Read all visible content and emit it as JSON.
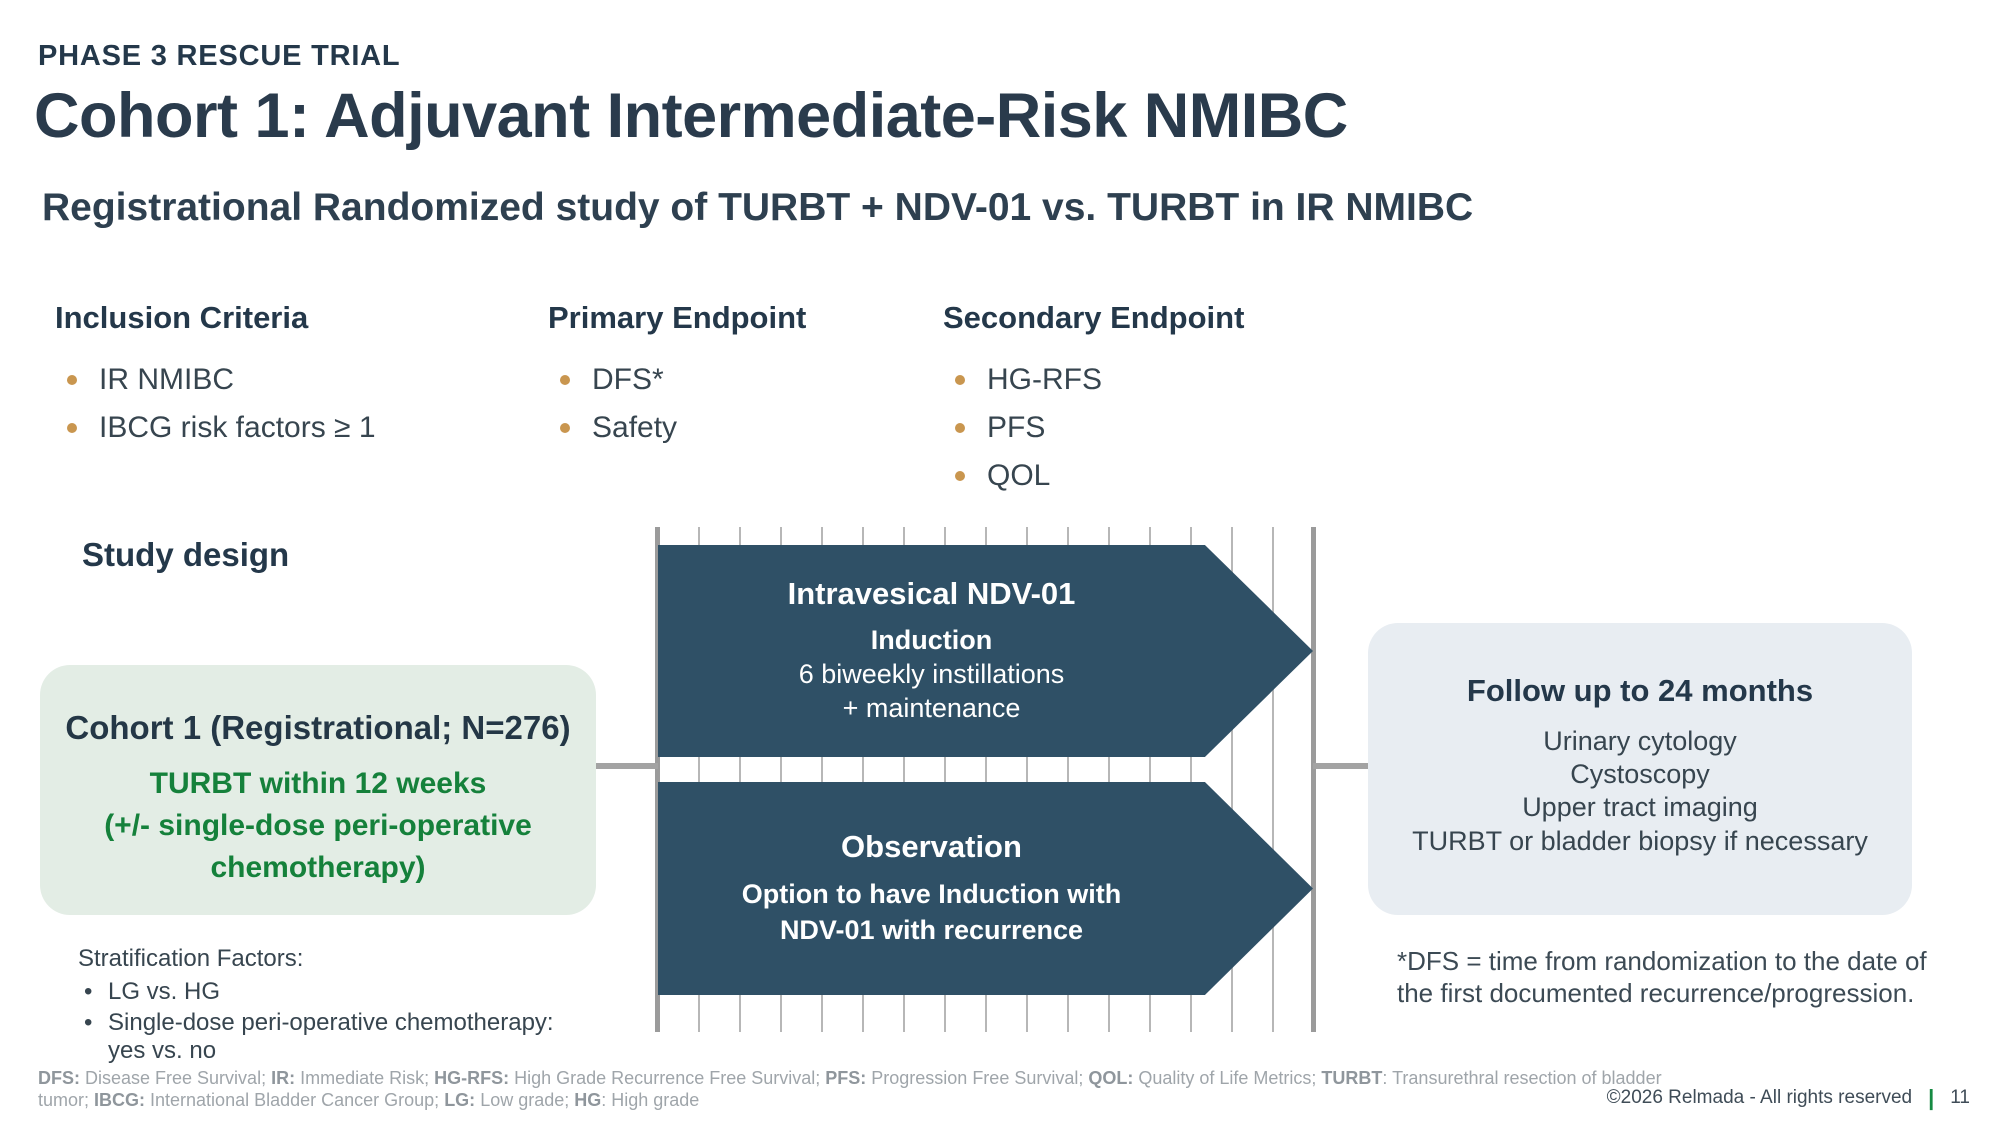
{
  "slide": {
    "eyebrow": "PHASE 3 RESCUE TRIAL",
    "title": "Cohort 1: Adjuvant Intermediate-Risk NMIBC",
    "subtitle": "Registrational Randomized study of TURBT + NDV-01 vs. TURBT in IR NMIBC"
  },
  "columns": [
    {
      "heading": "Inclusion Criteria",
      "items": [
        "IR NMIBC",
        "IBCG risk factors ≥ 1"
      ]
    },
    {
      "heading": "Primary Endpoint",
      "items": [
        "DFS*",
        "Safety"
      ]
    },
    {
      "heading": "Secondary Endpoint",
      "items": [
        "HG-RFS",
        "PFS",
        "QOL"
      ]
    }
  ],
  "study_design": {
    "heading": "Study design",
    "cohort_box": {
      "title": "Cohort 1 (Registrational; N=276)",
      "detail": "TURBT within 12 weeks\n(+/- single-dose peri-operative\nchemotherapy)"
    },
    "stratification": {
      "title": "Stratification Factors:",
      "items": [
        "LG vs. HG",
        "Single-dose peri-operative chemotherapy: yes vs. no"
      ]
    },
    "timeline": {
      "count": 17
    },
    "arm_top": {
      "title": "Intravesical NDV-01",
      "subtitle": "Induction",
      "lines": [
        "6 biweekly instillations",
        "+ maintenance"
      ]
    },
    "arm_bottom": {
      "title": "Observation",
      "detail": "Option to have Induction with\nNDV-01 with recurrence"
    },
    "followup_box": {
      "title": "Follow up to 24 months",
      "items": [
        "Urinary cytology",
        "Cystoscopy",
        "Upper tract imaging",
        "TURBT or bladder biopsy if necessary"
      ]
    },
    "footnote": "*DFS = time from randomization to the date of\nthe first documented recurrence/progression."
  },
  "footer": {
    "abbreviations": [
      {
        "text": "DFS: ",
        "bold": true
      },
      {
        "text": "Disease Free Survival; ",
        "bold": false
      },
      {
        "text": "IR: ",
        "bold": true
      },
      {
        "text": "Immediate Risk; ",
        "bold": false
      },
      {
        "text": "HG-RFS: ",
        "bold": true
      },
      {
        "text": "High Grade Recurrence Free Survival; ",
        "bold": false
      },
      {
        "text": "PFS: ",
        "bold": true
      },
      {
        "text": "Progression Free Survival; ",
        "bold": false
      },
      {
        "text": "QOL: ",
        "bold": true
      },
      {
        "text": "Quality of Life Metrics; ",
        "bold": false
      },
      {
        "text": "TURBT",
        "bold": true
      },
      {
        "text": ": Transurethral resection of bladder tumor; ",
        "bold": false
      },
      {
        "text": "IBCG: ",
        "bold": true
      },
      {
        "text": "International Bladder Cancer Group; ",
        "bold": false
      },
      {
        "text": "LG: ",
        "bold": true
      },
      {
        "text": "Low grade; ",
        "bold": false
      },
      {
        "text": "HG",
        "bold": true
      },
      {
        "text": ": High grade",
        "bold": false
      }
    ],
    "copyright": "©2026 Relmada - All rights reserved",
    "separator": "|",
    "page_number": "11"
  },
  "colors": {
    "heading_navy": "#24384A",
    "body_slate": "#37454F",
    "bullet_gold": "#C9964F",
    "green_text": "#15813B",
    "cohort_box_fill": "#E3EDE5",
    "followup_box_fill": "#E8EDF2",
    "arrow_fill": "#2F5066",
    "timeline_gray": "#9B9B9B",
    "page_separator_green": "#168A42"
  }
}
